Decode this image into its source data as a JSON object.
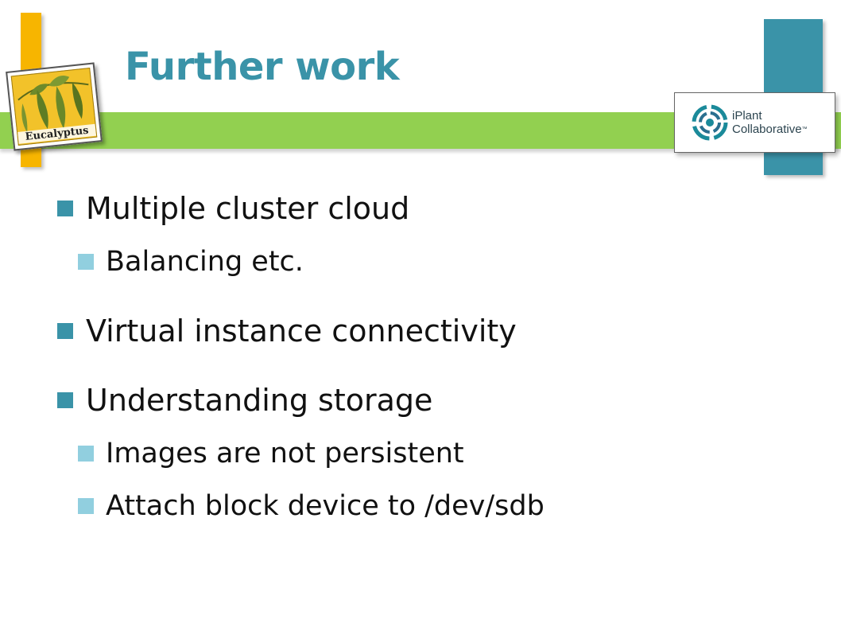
{
  "slide": {
    "title": "Further work",
    "bullets": [
      {
        "level": 1,
        "text": "Multiple cluster cloud"
      },
      {
        "level": 2,
        "text": "Balancing etc."
      },
      {
        "level": 1,
        "text": "Virtual instance connectivity"
      },
      {
        "level": 1,
        "text": "Understanding storage"
      },
      {
        "level": 2,
        "text": "Images are not persistent"
      },
      {
        "level": 2,
        "text": "Attach block device to /dev/sdb"
      }
    ]
  },
  "logos": {
    "left": {
      "label": "Eucalyptus",
      "icon": "eucalyptus-leaves-icon"
    },
    "right": {
      "line1": "iPlant",
      "line2": "Collaborative",
      "trademark": "™",
      "icon": "iplant-swirl-icon"
    }
  },
  "colors": {
    "accent": "#3a93a8",
    "green_band": "#92d050",
    "yellow_bar": "#f7b500",
    "sub_bullet": "#91cfdf"
  }
}
